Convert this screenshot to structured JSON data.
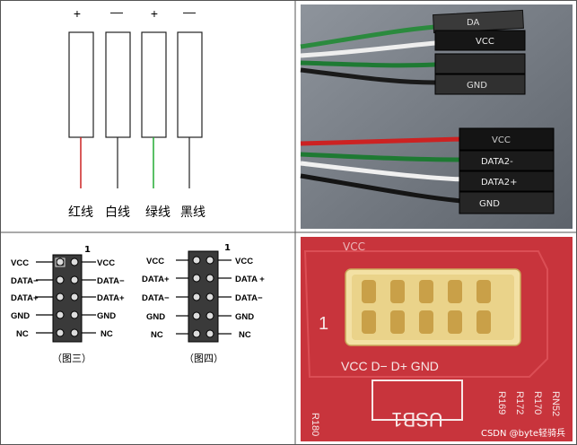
{
  "wire_diagram": {
    "signs": [
      "+",
      "—",
      "+",
      "—"
    ],
    "colors_label": [
      "红线",
      "白线",
      "绿线",
      "黑线"
    ],
    "wire_colors": [
      "#cc2222",
      "#222222",
      "#22aa33",
      "#222222"
    ]
  },
  "photo_top": {
    "connectors_upper": [
      "DA",
      "VCC",
      "",
      "GND"
    ],
    "connectors_lower": [
      "VCC",
      "DATA2-",
      "DATA2+",
      "GND"
    ]
  },
  "pinout3": {
    "pin_one": "1",
    "left": [
      "VCC",
      "DATA−",
      "DATA+",
      "GND",
      "NC"
    ],
    "right": [
      "VCC",
      "DATA−",
      "DATA+",
      "GND",
      "NC"
    ],
    "caption": "（图三）"
  },
  "pinout4": {
    "pin_one": "1",
    "left": [
      "VCC",
      "DATA+",
      "DATA−",
      "GND",
      "NC"
    ],
    "right": [
      "VCC",
      "DATA +",
      "DATA−",
      "GND",
      "NC"
    ],
    "caption": "（图四）"
  },
  "photo_bottom": {
    "silk_top": "VCC",
    "silk_pin1": "1",
    "silk_bottom": "VCC D−  D+ GND",
    "header_name": "USB1",
    "refs_left": "R180",
    "refs_right": [
      "R169",
      "R172",
      "R170",
      "RN52"
    ],
    "watermark": "CSDN @byte轻骑兵"
  },
  "colors": {
    "board_red": "#c8343c",
    "header_yellow": "#f3e1a4",
    "cable_bg": "#7a8088"
  }
}
